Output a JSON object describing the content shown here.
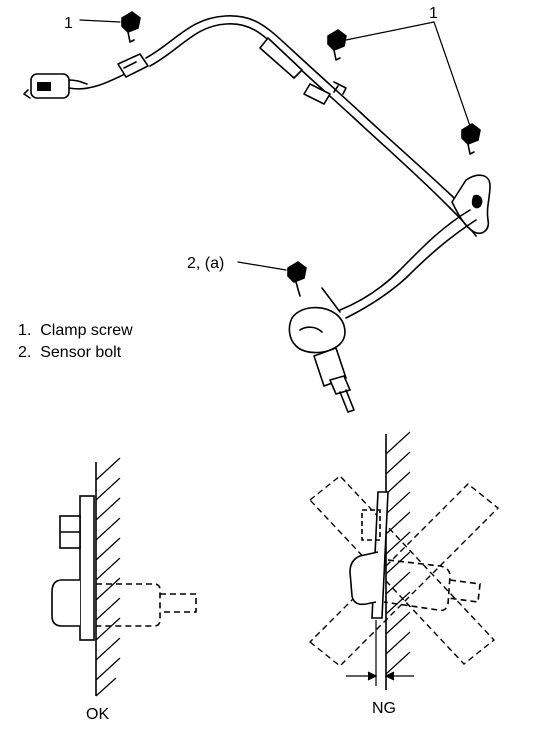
{
  "callouts": {
    "clamp_screw_left": "1",
    "clamp_screw_group": "1",
    "sensor_bolt": "2, (a)"
  },
  "legend": [
    {
      "number": "1.",
      "text": "Clamp screw"
    },
    {
      "number": "2.",
      "text": "Sensor bolt"
    }
  ],
  "captions": {
    "ok": "OK",
    "ng": "NG"
  }
}
